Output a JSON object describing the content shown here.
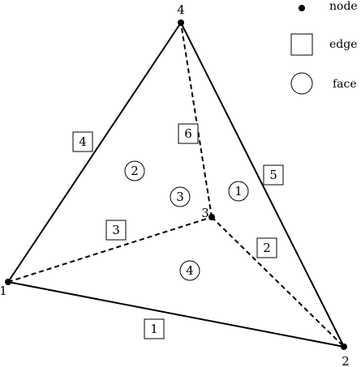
{
  "legend": [
    {
      "symbol": "node",
      "label": "node"
    },
    {
      "symbol": "edge",
      "label": "edge"
    },
    {
      "symbol": "face",
      "label": "face"
    }
  ],
  "nodes": [
    {
      "label": "1"
    },
    {
      "label": "2"
    },
    {
      "label": "3"
    },
    {
      "label": "4"
    }
  ],
  "edges": [
    {
      "label": "1",
      "from": "1",
      "to": "2",
      "style": "solid"
    },
    {
      "label": "2",
      "from": "3",
      "to": "2",
      "style": "dashed"
    },
    {
      "label": "3",
      "from": "1",
      "to": "3",
      "style": "dashed"
    },
    {
      "label": "4",
      "from": "1",
      "to": "4",
      "style": "solid"
    },
    {
      "label": "5",
      "from": "2",
      "to": "4",
      "style": "solid"
    },
    {
      "label": "6",
      "from": "3",
      "to": "4",
      "style": "dashed"
    }
  ],
  "faces": [
    {
      "label": "1"
    },
    {
      "label": "2"
    },
    {
      "label": "3"
    },
    {
      "label": "4"
    }
  ]
}
